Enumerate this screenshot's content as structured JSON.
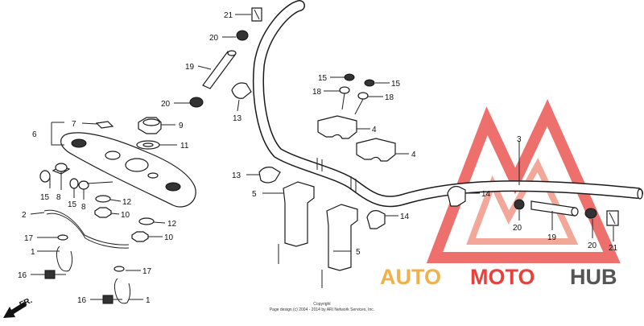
{
  "callouts": {
    "c21_top": "21",
    "c20_top": "20",
    "c19_left": "19",
    "c20_mid": "20",
    "c13_top": "13",
    "c7": "7",
    "c6": "6",
    "c9": "9",
    "c11": "11",
    "c15_a": "15",
    "c15_b": "15",
    "c18_a": "18",
    "c18_b": "18",
    "c4_a": "4",
    "c4_b": "4",
    "c3": "3",
    "c13_mid": "13",
    "c5_a": "5",
    "c5_b": "5",
    "c14_a": "14",
    "c14_b": "14",
    "c15_c": "15",
    "c8_a": "8",
    "c15_d": "15",
    "c8_b": "8",
    "c12_a": "12",
    "c12_b": "12",
    "c10_a": "10",
    "c10_b": "10",
    "c2": "2",
    "c17_a": "17",
    "c17_b": "17",
    "c1_a": "1",
    "c1_b": "1",
    "c16_a": "16",
    "c16_b": "16",
    "c20_r1": "20",
    "c19_r": "19",
    "c20_r2": "20",
    "c21_r": "21"
  },
  "direction": "FR.",
  "copyright_line1": "Copyright",
  "copyright_line2": "Page design (c) 2004 - 2014 by ARI Network Services, Inc.",
  "watermark": {
    "auto": "AUTO",
    "moto": "MOTO",
    "hub": "HUB"
  },
  "colors": {
    "watermark_red": "#e8413c",
    "watermark_orange": "#f2b04a",
    "watermark_grey": "#555555"
  }
}
